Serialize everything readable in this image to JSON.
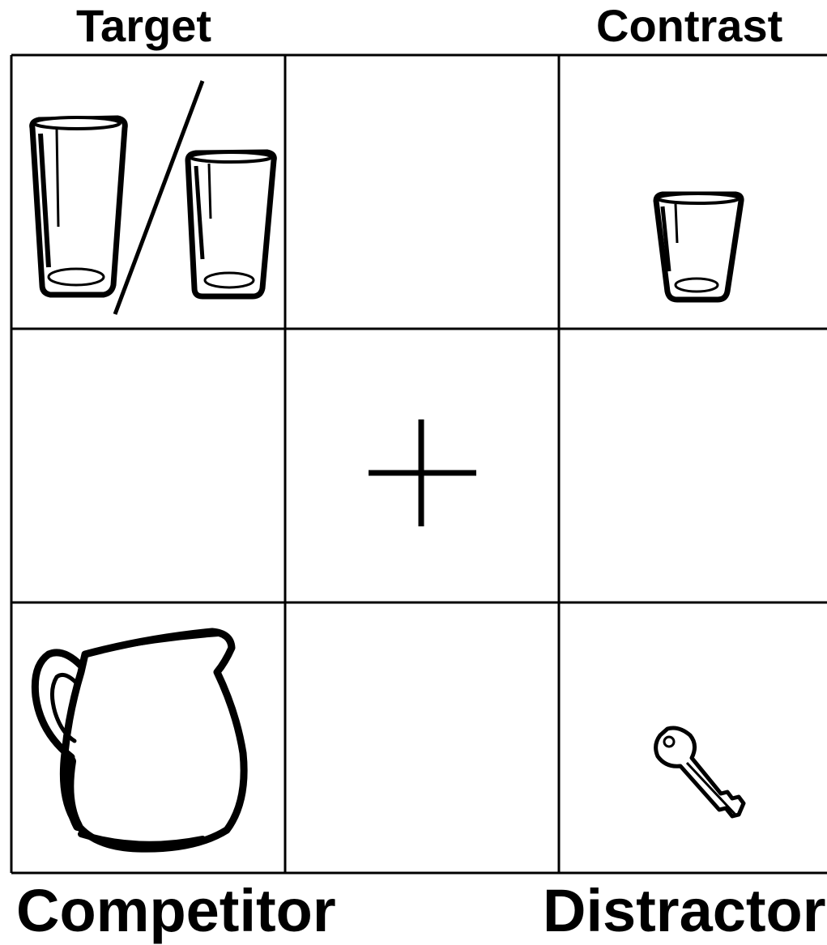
{
  "labels": {
    "top_left": "Target",
    "top_right": "Contrast",
    "bottom_left": "Competitor",
    "bottom_right": "Distractor"
  },
  "cells": [
    {
      "row": 1,
      "col": 1,
      "content": "tall-glass-and-short-glass-icon"
    },
    {
      "row": 1,
      "col": 2,
      "content": "empty"
    },
    {
      "row": 1,
      "col": 3,
      "content": "small-glass-icon"
    },
    {
      "row": 2,
      "col": 1,
      "content": "empty"
    },
    {
      "row": 2,
      "col": 2,
      "content": "fixation-cross-icon"
    },
    {
      "row": 2,
      "col": 3,
      "content": "empty"
    },
    {
      "row": 3,
      "col": 1,
      "content": "pitcher-icon"
    },
    {
      "row": 3,
      "col": 2,
      "content": "empty"
    },
    {
      "row": 3,
      "col": 3,
      "content": "key-icon"
    }
  ],
  "colors": {
    "line": "#000000",
    "background": "#ffffff"
  }
}
